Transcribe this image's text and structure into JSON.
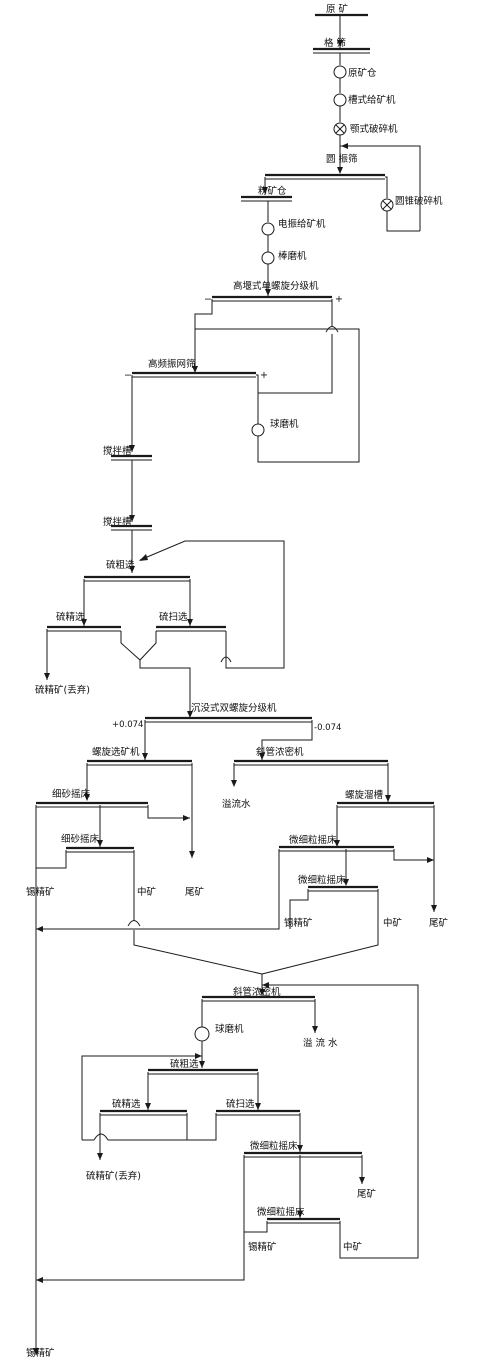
{
  "labels": {
    "raw_ore": "原 矿",
    "grizzly": "格 筛",
    "raw_ore_bin": "原矿仓",
    "trough_feeder": "槽式给矿机",
    "jaw_crusher": "颚式破碎机",
    "circular_screen": "圆 振筛",
    "cone_crusher": "圆锥破碎机",
    "fine_ore_bin": "粉矿仓",
    "vibrating_feeder": "电振给矿机",
    "rod_mill": "棒磨机",
    "spiral_classifier": "高堰式单螺旋分级机",
    "hf_screen": "高频振网筛",
    "ball_mill_1": "球磨机",
    "agitator_1": "搅拌槽",
    "agitator_2": "搅拌槽",
    "s_rougher_1": "硫粗选",
    "s_cleaner_1": "硫精选",
    "s_scavenger_1": "硫扫选",
    "s_conc_1": "硫精矿(丢弃)",
    "sub_classifier": "沉没式双螺旋分级机",
    "plus_074": "+0.074",
    "minus_074": "-0.074",
    "spiral_concentrator": "螺旋选矿机",
    "inclined_thickener_1": "斜管浓密机",
    "overflow_1": "溢流水",
    "fine_sand_table_1": "细砂摇床",
    "spiral_chute": "螺旋溜槽",
    "fine_sand_table_2": "细砂摇床",
    "slime_table_1": "微细粒摇床",
    "tin_conc_1": "锡精矿",
    "middlings_1": "中矿",
    "tailings_1": "尾矿",
    "slime_table_2": "微细粒摇床",
    "tin_conc_2": "锡精矿",
    "middlings_2": "中矿",
    "tailings_2": "尾矿",
    "inclined_thickener_2": "斜管浓密机",
    "ball_mill_2": "球磨机",
    "overflow_2": "溢 流 水",
    "s_rougher_2": "硫粗选",
    "s_cleaner_2": "硫精选",
    "s_scavenger_2": "硫扫选",
    "s_conc_2": "硫精矿(丢弃)",
    "slime_table_3": "微细粒摇床",
    "tailings_3": "尾矿",
    "slime_table_4": "微细粒摇床",
    "tin_conc_3": "锡精矿",
    "middlings_3": "中矿",
    "final_tin_conc": "锡精矿",
    "plus_sign_1": "+",
    "minus_sign_1": "−",
    "plus_sign_2": "+",
    "minus_sign_2": "−"
  }
}
